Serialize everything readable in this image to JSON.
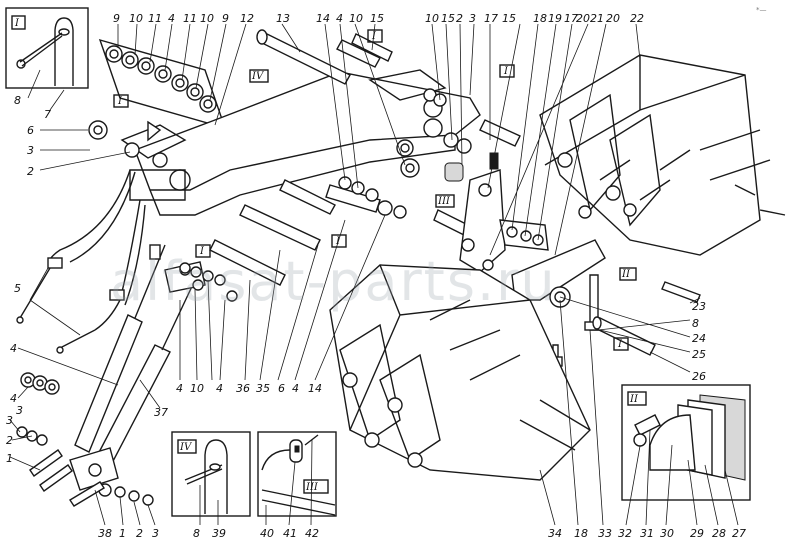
{
  "watermark": "alfasat-parts.ru",
  "corner_mark": "*—",
  "callouts_top": [
    "9",
    "10",
    "11",
    "4",
    "11",
    "10",
    "9",
    "12",
    "13",
    "14",
    "4",
    "10",
    "15",
    "10",
    "15",
    "2",
    "3",
    "17",
    "15",
    "18",
    "19",
    "17",
    "20",
    "21",
    "20",
    "22"
  ],
  "callouts_left": [
    "8",
    "7",
    "6",
    "3",
    "2",
    "5",
    "4",
    "4",
    "3",
    "3",
    "2",
    "1"
  ],
  "callouts_bottom": [
    "38",
    "1",
    "2",
    "3",
    "37",
    "4",
    "10",
    "4",
    "36",
    "35",
    "6",
    "4",
    "14",
    "34",
    "18",
    "33",
    "32",
    "31",
    "30",
    "29",
    "28",
    "27"
  ],
  "callouts_right": [
    "23",
    "8",
    "24",
    "25",
    "26"
  ],
  "inset_I": {
    "roman": "I",
    "labels": [
      "8",
      "7"
    ]
  },
  "inset_II": {
    "roman": "II"
  },
  "inset_III": {
    "roman": "III",
    "labels": [
      "40",
      "41",
      "42"
    ]
  },
  "inset_IV": {
    "roman": "IV",
    "labels": [
      "8",
      "39"
    ]
  },
  "view_marks": [
    "I",
    "I",
    "IV",
    "I",
    "III",
    "I",
    "II",
    "I",
    "I"
  ]
}
